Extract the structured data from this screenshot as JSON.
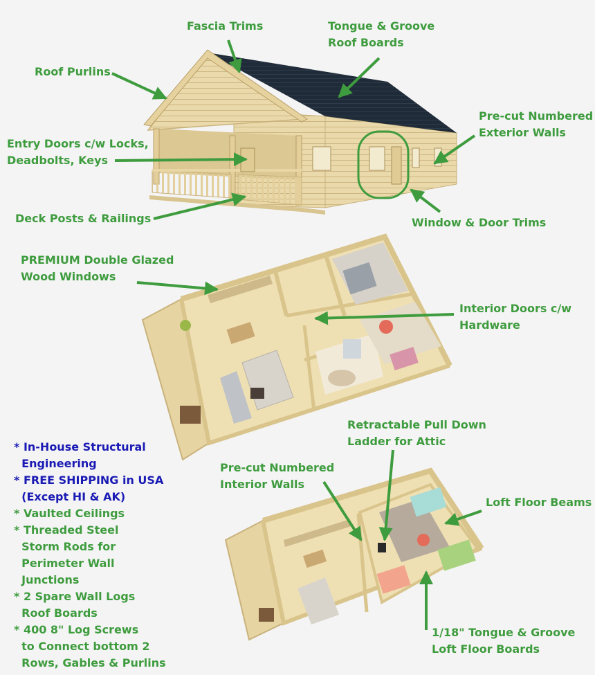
{
  "colors": {
    "label_green": "#3e9c3e",
    "feature_blue": "#1a1ab5",
    "roof": "#1e2a36",
    "wood": "#e8d7a8",
    "wood_dark": "#c9b27c",
    "floor": "#efe0b4"
  },
  "labels": {
    "fascia_trims": "Fascia Trims",
    "tongue_groove_roof_1": "Tongue & Groove",
    "tongue_groove_roof_2": "Roof Boards",
    "roof_purlins": "Roof Purlins",
    "exterior_walls_1": "Pre-cut Numbered",
    "exterior_walls_2": "Exterior Walls",
    "entry_doors_1": "Entry Doors c/w Locks,",
    "entry_doors_2": "Deadbolts, Keys",
    "deck_posts": "Deck Posts & Railings",
    "window_door_trims": "Window & Door Trims",
    "windows_1": "PREMIUM Double Glazed",
    "windows_2": "Wood Windows",
    "interior_doors_1": "Interior Doors c/w",
    "interior_doors_2": "Hardware",
    "ladder_1": "Retractable Pull Down",
    "ladder_2": "Ladder for Attic",
    "interior_walls_1": "Pre-cut Numbered",
    "interior_walls_2": "Interior Walls",
    "loft_beams": "Loft Floor Beams",
    "loft_boards_1": "1/18\" Tongue & Groove",
    "loft_boards_2": "Loft Floor Boards"
  },
  "features": [
    {
      "text": "* In-House Structural",
      "style": "blue"
    },
    {
      "text": "  Engineering",
      "style": "blue"
    },
    {
      "text": "* FREE SHIPPING in USA",
      "style": "blue"
    },
    {
      "text": "  (Except HI & AK)",
      "style": "blue"
    },
    {
      "text": "* Vaulted Ceilings",
      "style": "green"
    },
    {
      "text": "* Threaded Steel",
      "style": "green"
    },
    {
      "text": "  Storm Rods for",
      "style": "green"
    },
    {
      "text": "  Perimeter Wall",
      "style": "green"
    },
    {
      "text": "  Junctions",
      "style": "green"
    },
    {
      "text": "* 2 Spare Wall Logs",
      "style": "green"
    },
    {
      "text": "  Roof Boards",
      "style": "green"
    },
    {
      "text": "* 400 8\" Log Screws",
      "style": "green"
    },
    {
      "text": "  to Connect bottom 2",
      "style": "green"
    },
    {
      "text": "  Rows, Gables & Purlins",
      "style": "green"
    }
  ]
}
